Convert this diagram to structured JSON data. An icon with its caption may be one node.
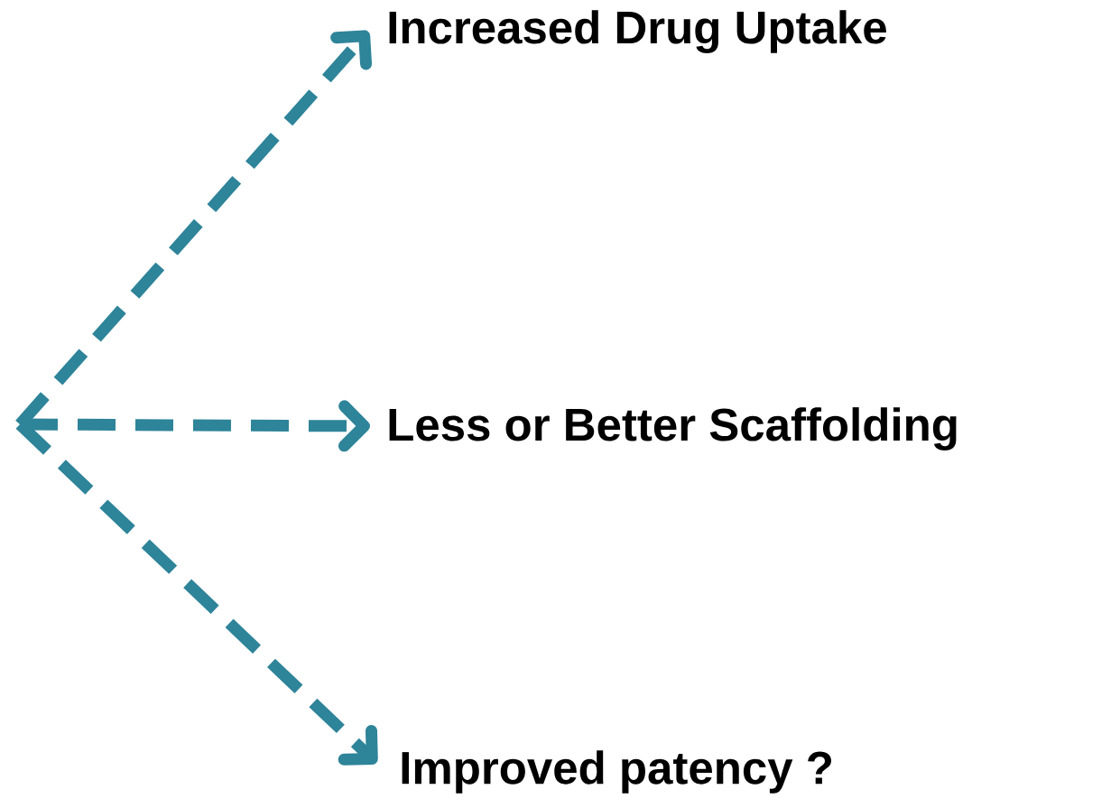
{
  "diagram": {
    "nodes": [
      {
        "text": [
          "Increased Drug Uptake"
        ]
      },
      {
        "text": [
          "Less or Better Scaffolding"
        ]
      },
      {
        "text": [
          "Improved patency ?"
        ]
      }
    ],
    "edges": [
      {
        "from": null,
        "to": 0,
        "arrow": "to",
        "style": "dashed"
      },
      {
        "from": null,
        "to": 1,
        "arrow": "to",
        "style": "dashed"
      },
      {
        "from": null,
        "to": 2,
        "arrow": "to",
        "style": "dashed"
      }
    ]
  }
}
